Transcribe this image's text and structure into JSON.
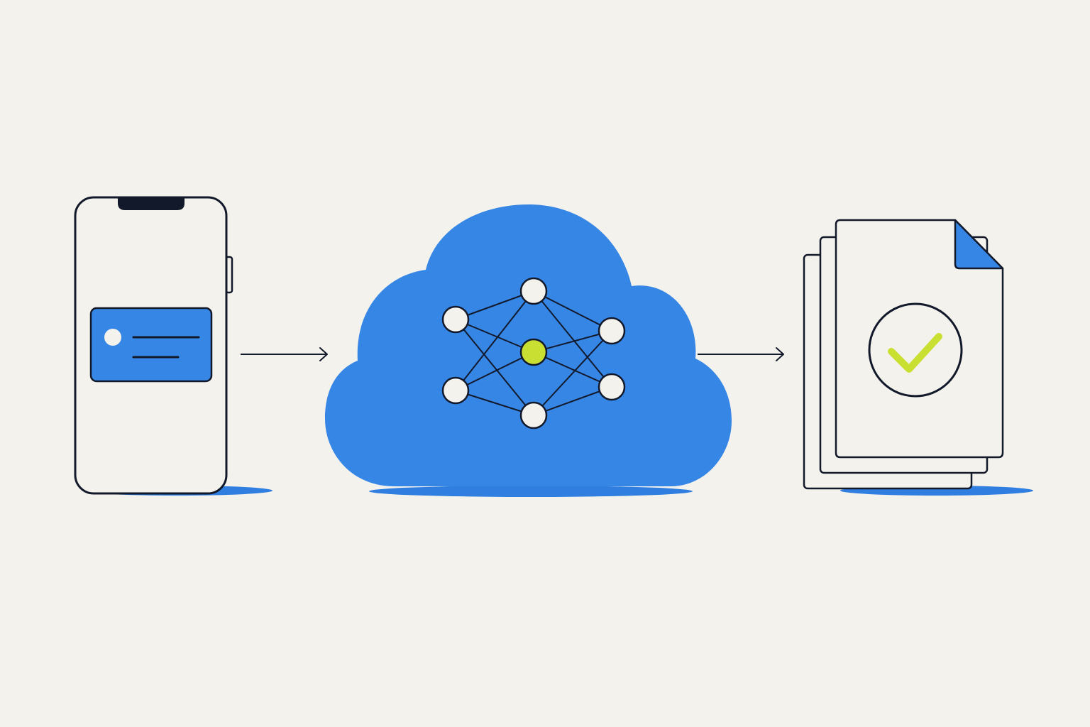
{
  "colors": {
    "background": "#f4f2ec",
    "blue": "#3686e6",
    "blue_shadow": "#2f7ee0",
    "line": "#12192b",
    "node_fill": "#f4f2ec",
    "accent_green": "#c9e033",
    "paper": "#f4f2ec"
  },
  "diagram": {
    "flow": [
      "phone",
      "cloud",
      "documents"
    ],
    "phone": {
      "icon": "smartphone-icon",
      "card": {
        "icon": "message-card-icon",
        "text_lines": 2
      }
    },
    "cloud": {
      "icon": "cloud-icon",
      "network": {
        "icon": "neural-network-icon",
        "highlighted_node": "center"
      }
    },
    "documents": {
      "icon": "document-stack-icon",
      "pages": 3,
      "badge": "checkmark-icon"
    },
    "arrows": [
      "arrow-right-icon",
      "arrow-right-icon"
    ]
  }
}
